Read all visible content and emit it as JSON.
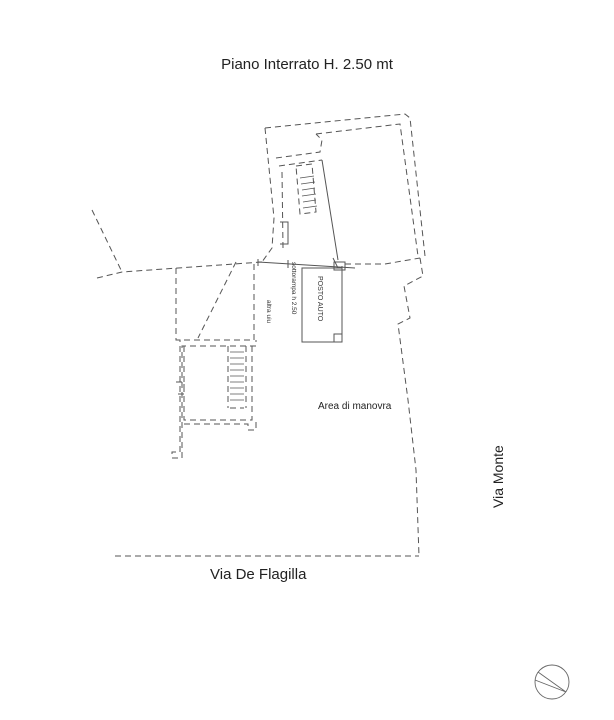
{
  "drawing": {
    "title": "Piano Interrato H. 2.50 mt",
    "labels": {
      "street_bottom": "Via De Flagilla",
      "street_right": "Via Monte",
      "maneuver_area": "Area di manovra",
      "other_unit": "altra uiu",
      "under_ramp": "sottorampa h 2.50",
      "parking_space": "POSTO AUTO"
    },
    "symbols": {
      "north_arrow": "north-arrow-icon"
    },
    "colors": {
      "line": "#555555",
      "text": "#222222",
      "background": "#ffffff"
    }
  }
}
